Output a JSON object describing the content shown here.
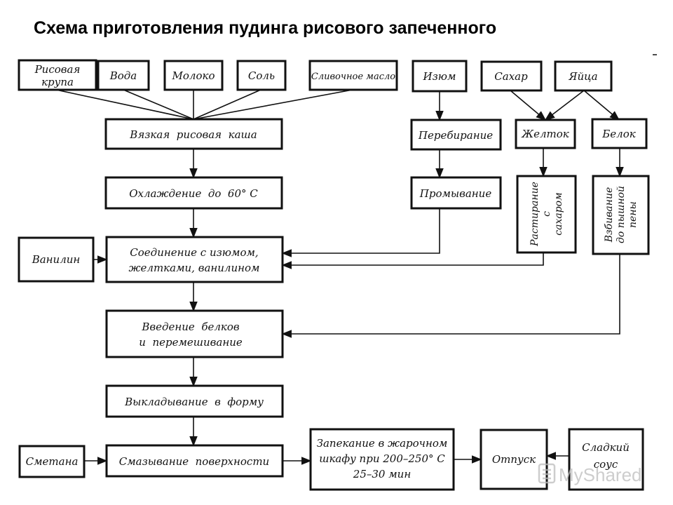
{
  "title": "Схема приготовления пудинга рисового запеченного",
  "nodes": {
    "rice_groats": [
      "Рисовая",
      "крупа"
    ],
    "water": [
      "Вода"
    ],
    "milk": [
      "Молоко"
    ],
    "salt": [
      "Соль"
    ],
    "butter": [
      "Сливочное масло"
    ],
    "raisins": [
      "Изюм"
    ],
    "sugar": [
      "Сахар"
    ],
    "eggs": [
      "Яйца"
    ],
    "viscous_porridge": [
      "Вязкая  рисовая  каша"
    ],
    "sorting": [
      "Перебирание"
    ],
    "yolk": [
      "Желток"
    ],
    "white": [
      "Белок"
    ],
    "cooling": [
      "Охлаждение  до  60° С"
    ],
    "washing": [
      "Промывание"
    ],
    "grinding": [
      "Растирание",
      "с",
      "сахаром"
    ],
    "whipping": [
      "Взбивание",
      "до пышной",
      "пены"
    ],
    "vanillin": [
      "Ванилин"
    ],
    "combining": [
      "Соединение с изюмом,",
      "желтками, ванилином"
    ],
    "adding_whites": [
      "Введение  белков",
      "и  перемешивание"
    ],
    "laying_out": [
      "Выкладывание  в  форму"
    ],
    "sour_cream": [
      "Сметана"
    ],
    "greasing": [
      "Смазывание  поверхности"
    ],
    "baking": [
      "Запекание в жарочном",
      "шкафу при 200–250° С",
      "25–30 мин"
    ],
    "serving": [
      "Отпуск"
    ],
    "sweet_sauce": [
      "Сладкий",
      "соус"
    ]
  },
  "watermark": "MyShared"
}
